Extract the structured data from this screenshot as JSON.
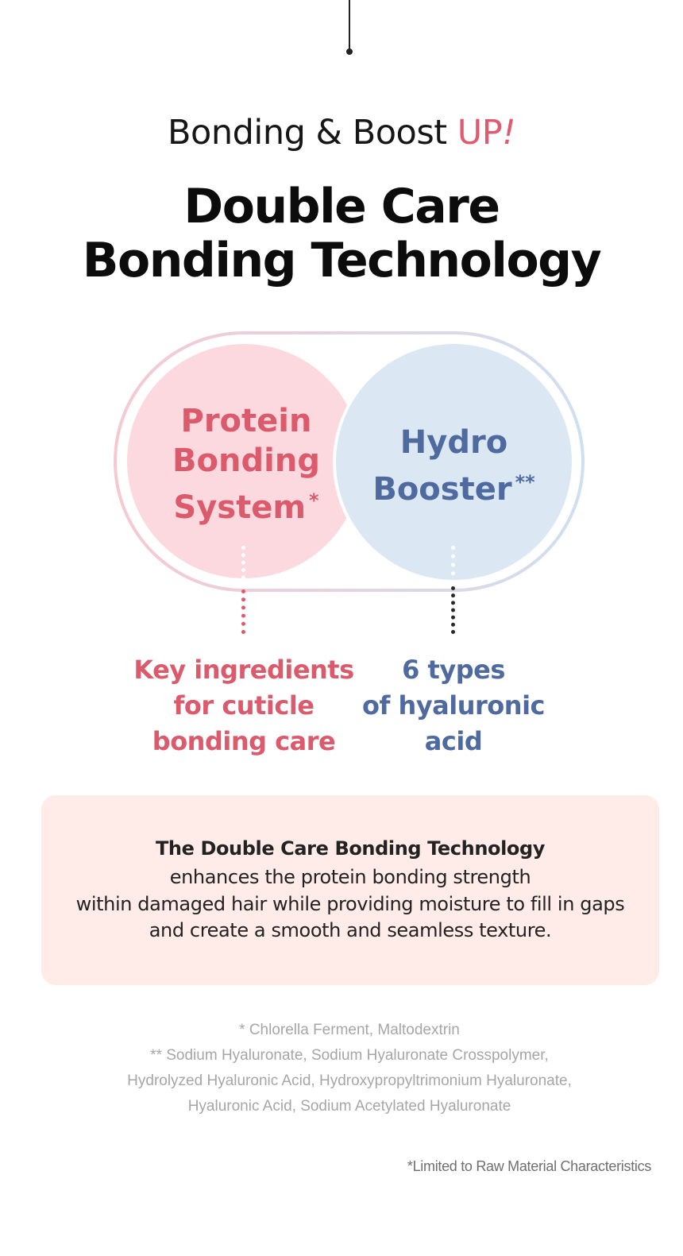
{
  "header": {
    "eyebrow_main": "Bonding & Boost ",
    "eyebrow_accent": "UP",
    "eyebrow_bang": "!",
    "title_line1": "Double Care",
    "title_line2": "Bonding Technology"
  },
  "diagram": {
    "left": {
      "label_lines": [
        "Protein",
        "Bonding",
        "System"
      ],
      "mark": "*",
      "description_lines": [
        "Key ingredients",
        "for cuticle",
        "bonding care"
      ]
    },
    "right": {
      "label_lines": [
        "Hydro",
        "Booster"
      ],
      "mark": "**",
      "description_lines": [
        "6 types",
        "of hyaluronic",
        "acid"
      ]
    }
  },
  "info": {
    "headline": "The Double Care Bonding Technology",
    "body_lines": [
      "enhances the protein bonding strength",
      "within damaged hair while providing moisture to fill in gaps",
      "and create a smooth and seamless texture."
    ]
  },
  "footnotes": [
    "* Chlorella Ferment, Maltodextrin",
    "** Sodium Hyaluronate, Sodium Hyaluronate Crosspolymer,",
    "Hydrolyzed Hyaluronic Acid, Hydroxypropyltrimonium Hyaluronate,",
    "Hyaluronic Acid, Sodium Acetylated Hyaluronate"
  ],
  "disclaimer": "*Limited to Raw Material Characteristics",
  "colors": {
    "accent_pink": "#db5a6c",
    "accent_blue": "#4e6a9e",
    "pink_circle": "#fcd9df",
    "blue_circle": "#dbe8f4",
    "info_bg": "#ffebe8"
  }
}
